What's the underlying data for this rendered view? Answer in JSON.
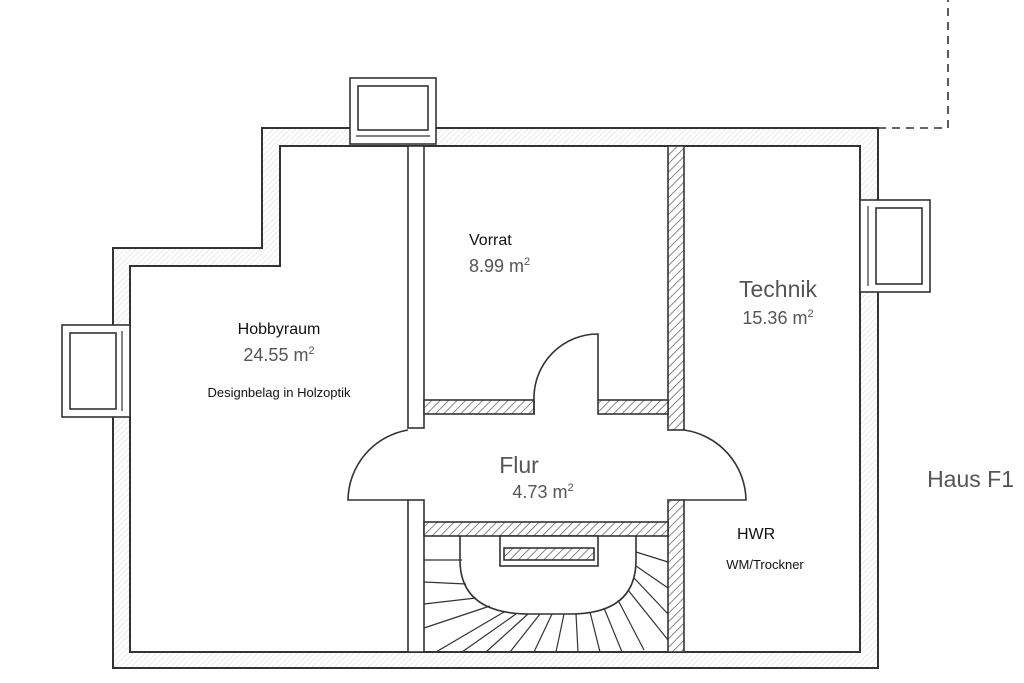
{
  "plan": {
    "building_label": "Haus F1",
    "rooms": [
      {
        "name": "Hobbyraum",
        "area_value": "24.55 m",
        "area_sup": "2",
        "note": "Designbelag in Holzoptik"
      },
      {
        "name": "Vorrat",
        "area_value": "8.99 m",
        "area_sup": "2",
        "note": ""
      },
      {
        "name": "Technik",
        "area_value": "15.36 m",
        "area_sup": "2",
        "note": ""
      },
      {
        "name": "Flur",
        "area_value": "4.73 m",
        "area_sup": "2",
        "note": ""
      },
      {
        "name": "HWR",
        "area_value": "",
        "area_sup": "",
        "note": "WM/Trockner"
      }
    ]
  }
}
